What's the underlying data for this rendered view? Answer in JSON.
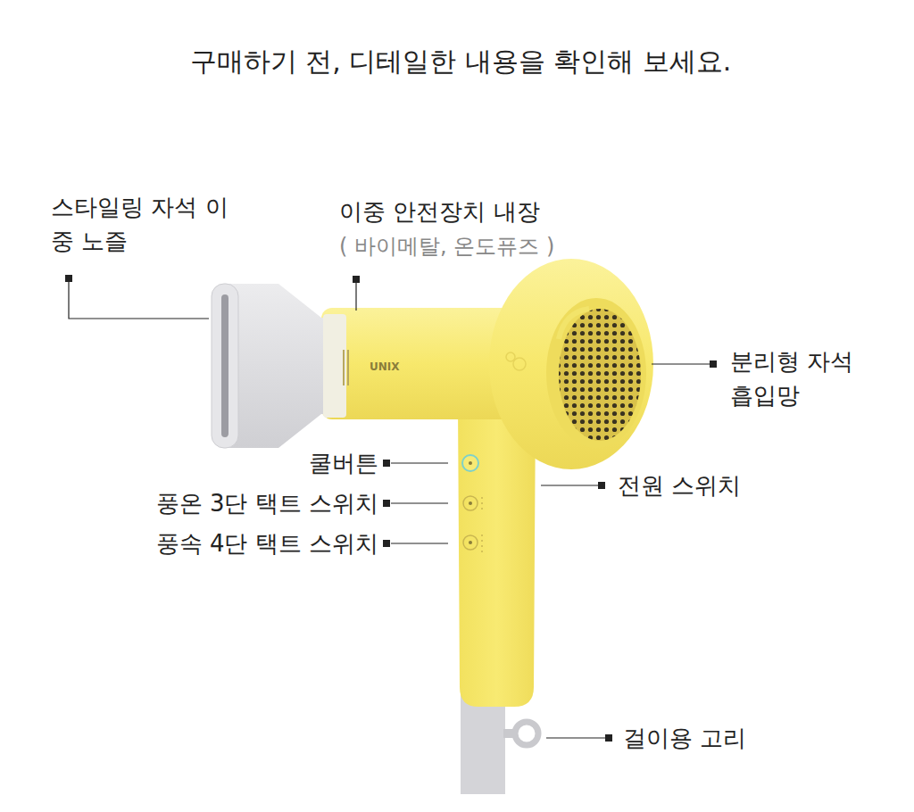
{
  "diagram": {
    "title": "구매하기 전, 디테일한 내용을 확인해 보세요.",
    "labels": [
      "스타일링 자석 이중 노즐",
      "이중 안전장치 내장",
      "( 바이메탈, 온도퓨즈 )",
      "분리형 자석 흡입망",
      "쿨버튼",
      "풍온 3단 택트 스위치",
      "풍속 4단 택트 스위치",
      "전원 스위치",
      "걸이용 고리",
      "UNIX"
    ]
  }
}
